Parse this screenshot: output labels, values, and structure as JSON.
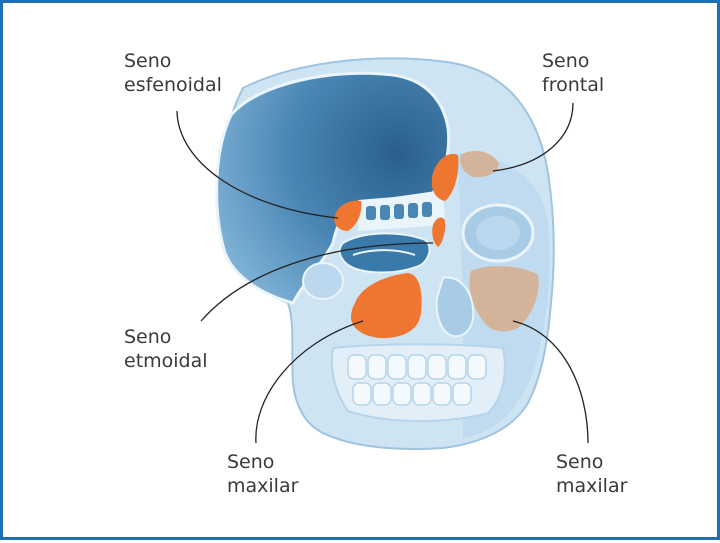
{
  "labels": {
    "sphenoid": {
      "line1": "Seno",
      "line2": "esfenoidal"
    },
    "frontal": {
      "line1": "Seno",
      "line2": "frontal"
    },
    "ethmoid": {
      "line1": "Seno",
      "line2": "etmoidal"
    },
    "maxillary_left": {
      "line1": "Seno",
      "line2": "maxilar"
    },
    "maxillary_right": {
      "line1": "Seno",
      "line2": "maxilar"
    }
  },
  "colors": {
    "frame": "#1f6fb5",
    "skull_light": "#cfe4f3",
    "skull_mid": "#a9cce6",
    "cut_face_dark": "#2f6e9c",
    "cut_face_light": "#6aa2c9",
    "sinus_orange": "#ee7630",
    "sinus_tan": "#d3b49a",
    "label_text": "#3a3a3a"
  }
}
